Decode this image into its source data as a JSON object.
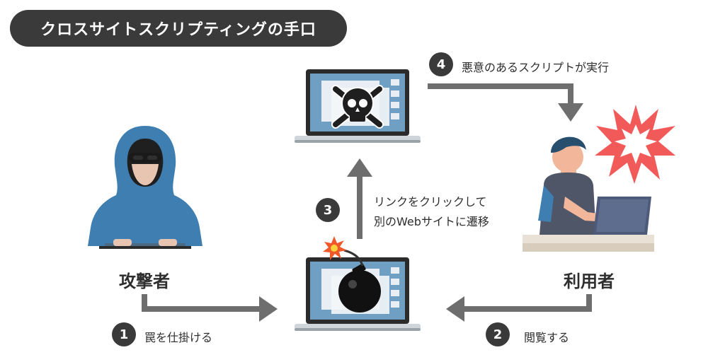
{
  "title": "クロスサイトスクリプティングの手口",
  "roles": {
    "attacker": "攻撃者",
    "user": "利用者"
  },
  "steps": [
    {
      "number": "1",
      "label": "罠を仕掛ける"
    },
    {
      "number": "2",
      "label": "閲覧する"
    },
    {
      "number": "3",
      "label_lines": [
        "リンクをクリックして",
        "別のWebサイトに遷移"
      ]
    },
    {
      "number": "4",
      "label": "悪意のあるスクリプトが実行"
    }
  ],
  "colors": {
    "dark": "#3a3a3a",
    "arrow": "#6e6e6e",
    "hoodie": "#3e7eb0",
    "screen": "#6f9fc2",
    "laptop": "#2b2b2b",
    "burst": "#f25a5a"
  },
  "icons": [
    "hooded-attacker-icon",
    "malicious-laptop-icon",
    "bomb-laptop-icon",
    "skull-icon",
    "bomb-icon",
    "user-at-laptop-icon",
    "explosion-burst-icon"
  ]
}
